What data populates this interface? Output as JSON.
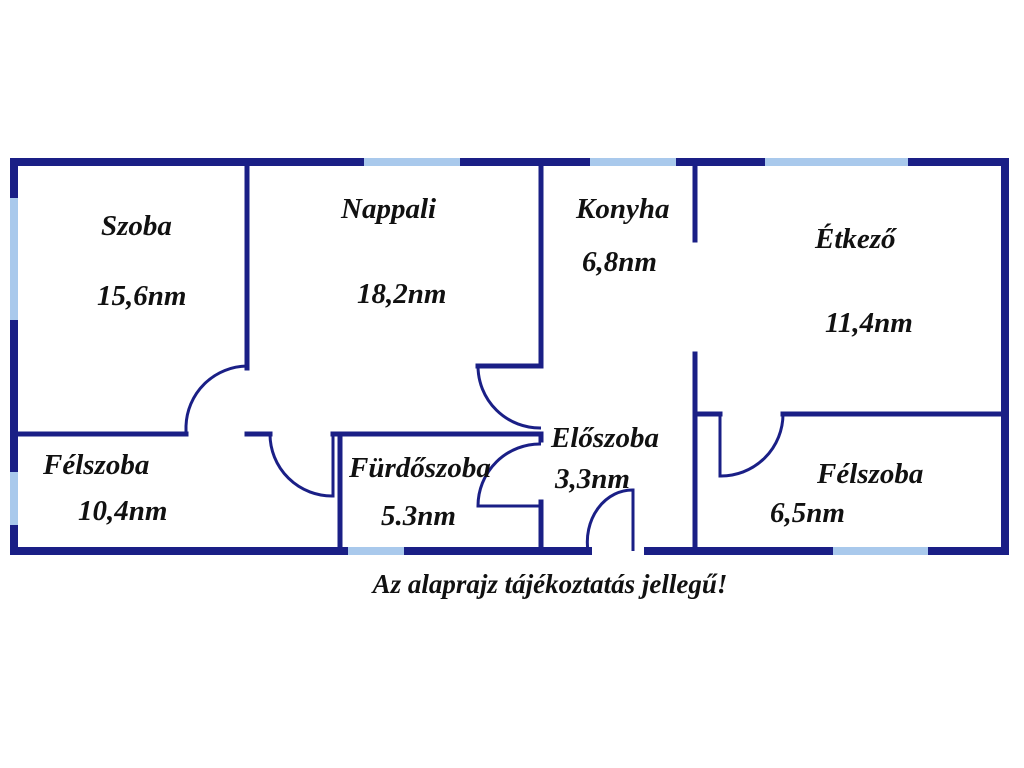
{
  "colors": {
    "wall": "#1a1f86",
    "window": "#a9c9ec",
    "door_arc": "#1a1f86",
    "text": "#111111",
    "background": "#ffffff"
  },
  "rooms": [
    {
      "key": "szoba",
      "name": "Szoba",
      "area": "15,6nm"
    },
    {
      "key": "nappali",
      "name": "Nappali",
      "area": "18,2nm"
    },
    {
      "key": "konyha",
      "name": "Konyha",
      "area": "6,8nm"
    },
    {
      "key": "etkezo",
      "name": "Étkező",
      "area": "11,4nm"
    },
    {
      "key": "felszoba_left",
      "name": "Félszoba",
      "area": "10,4nm"
    },
    {
      "key": "furdoszoba",
      "name": "Fürdőszoba",
      "area": "5.3nm"
    },
    {
      "key": "eloszoba",
      "name": "Előszoba",
      "area": "3,3nm"
    },
    {
      "key": "felszoba_right",
      "name": "Félszoba",
      "area": "6,5nm"
    }
  ],
  "note": "Az alaprajz tájékoztatás jellegű!"
}
